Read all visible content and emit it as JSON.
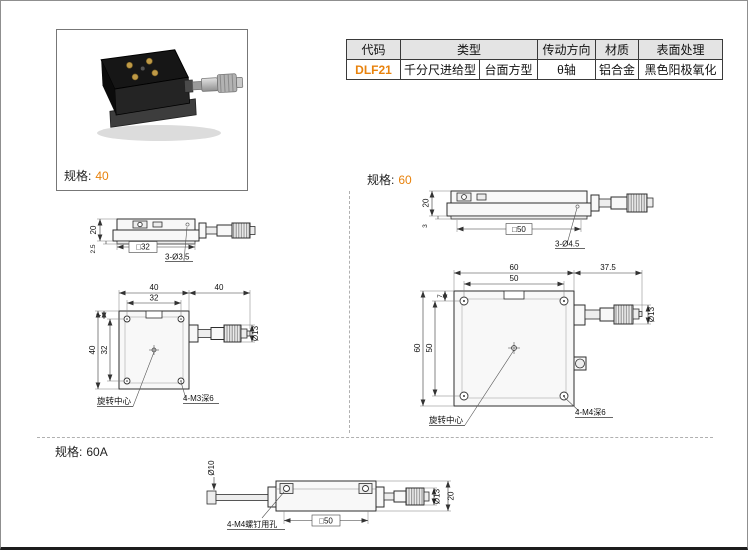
{
  "colors": {
    "accent_orange": "#e8820c"
  },
  "table": {
    "headers": {
      "code": "代码",
      "type": "类型",
      "drive": "传动方向",
      "material": "材质",
      "surface": "表面处理"
    },
    "row": {
      "code": "DLF21",
      "type_a": "千分尺进给型",
      "type_b": "台面方型",
      "drive": "θ轴",
      "material": "铝合金",
      "surface": "黑色阳极氧化"
    }
  },
  "sections": {
    "s40": {
      "label": "规格:",
      "value": "40"
    },
    "s60": {
      "label": "规格:",
      "value": "60"
    },
    "s60a": {
      "label": "规格:",
      "value": "60A"
    }
  },
  "drawings": {
    "d40_side": {
      "h": "20",
      "step": "2.5",
      "w": "□32",
      "holes": "3-Ø3.5"
    },
    "d40_front": {
      "top_w": "40",
      "top_inner": "32",
      "top_right": "40",
      "left_small": "7",
      "left_outer": "40",
      "left_inner": "32",
      "mic_dia": "Ø13",
      "center": "旋转中心",
      "holes": "4-M3深6"
    },
    "d60_side": {
      "h": "20",
      "step": "3",
      "w": "□50",
      "holes": "3-Ø4.5"
    },
    "d60_front": {
      "top_w": "60",
      "top_inner": "50",
      "top_right": "37.5",
      "left_small": "7",
      "left_outer": "60",
      "left_inner": "50",
      "mic_dia": "Ø13",
      "center": "旋转中心",
      "holes": "4-M4深6"
    },
    "d60a": {
      "shaft_dia": "Ø10",
      "screw_holes": "4-M4螺钉用孔",
      "w": "□50",
      "mic_dia": "Ø13",
      "h": "20"
    }
  }
}
